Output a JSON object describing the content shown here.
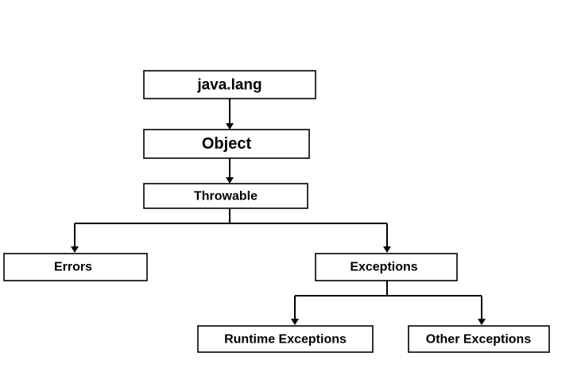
{
  "diagram": {
    "nodes": {
      "java_lang": "java.lang",
      "object": "Object",
      "throwable": "Throwable",
      "errors": "Errors",
      "exceptions": "Exceptions",
      "runtime_exceptions": "Runtime Exceptions",
      "other_exceptions": "Other Exceptions"
    }
  },
  "colors": {
    "stroke": "#000000",
    "background": "#ffffff"
  }
}
